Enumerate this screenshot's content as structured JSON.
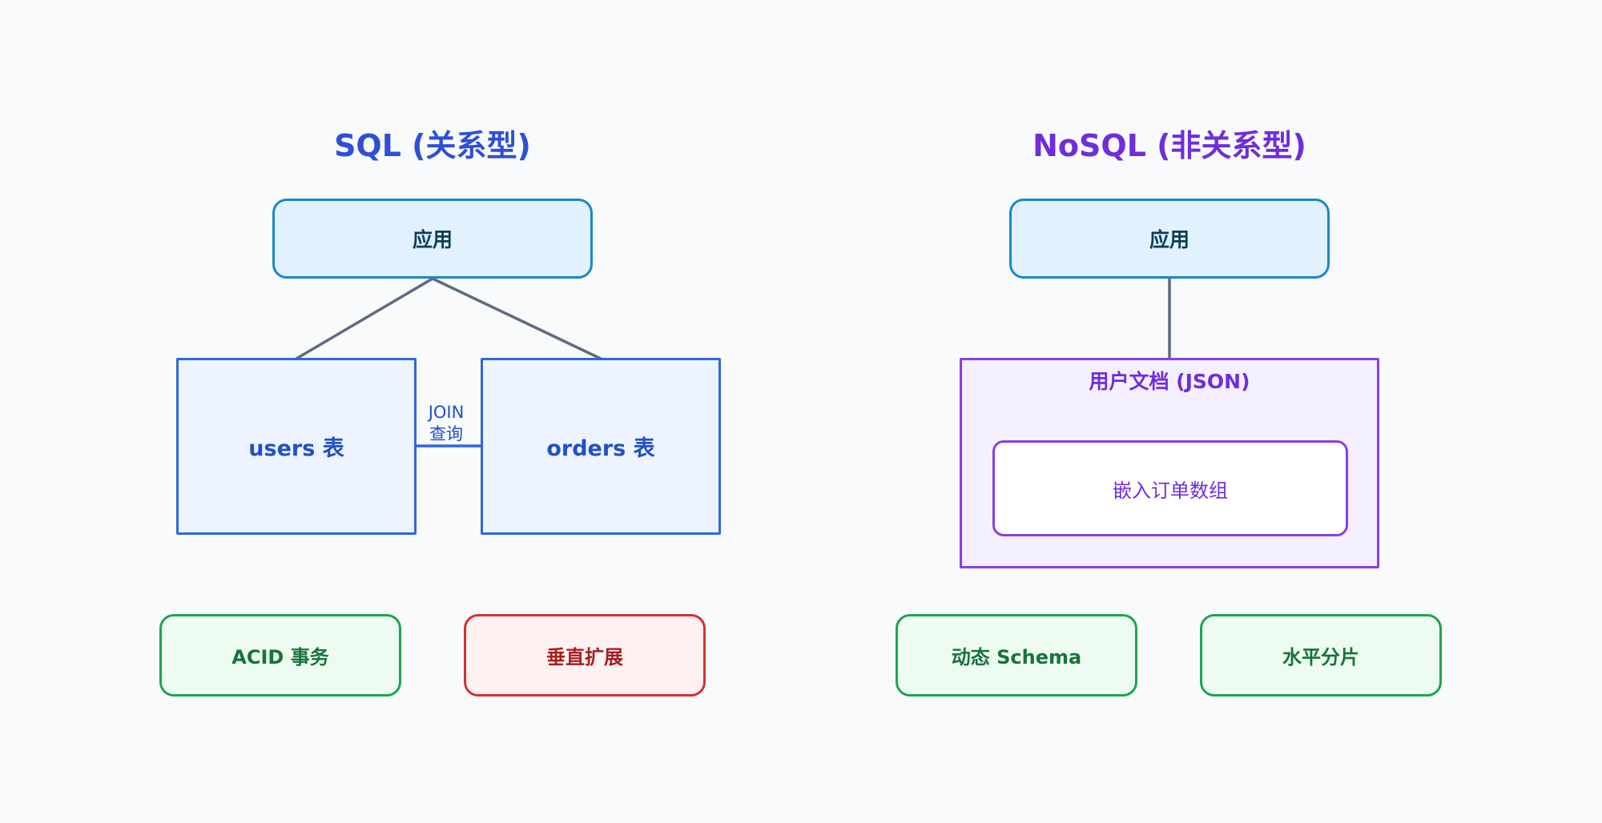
{
  "sql": {
    "title": "SQL (关系型)",
    "app_label": "应用",
    "users_table": "users 表",
    "orders_table": "orders 表",
    "join_label_line1": "JOIN",
    "join_label_line2": "查询",
    "features": [
      "ACID 事务",
      "垂直扩展"
    ]
  },
  "nosql": {
    "title": "NoSQL (非关系型)",
    "app_label": "应用",
    "document_title": "用户文档 (JSON)",
    "embedded_label": "嵌入订单数组",
    "features": [
      "动态 Schema",
      "水平分片"
    ]
  },
  "colors": {
    "sql_title": "#2f4fd6",
    "nosql_title": "#6f2ddb",
    "connector": "#5e6b80",
    "pro_border": "#1ea44f",
    "con_border": "#d43131"
  }
}
